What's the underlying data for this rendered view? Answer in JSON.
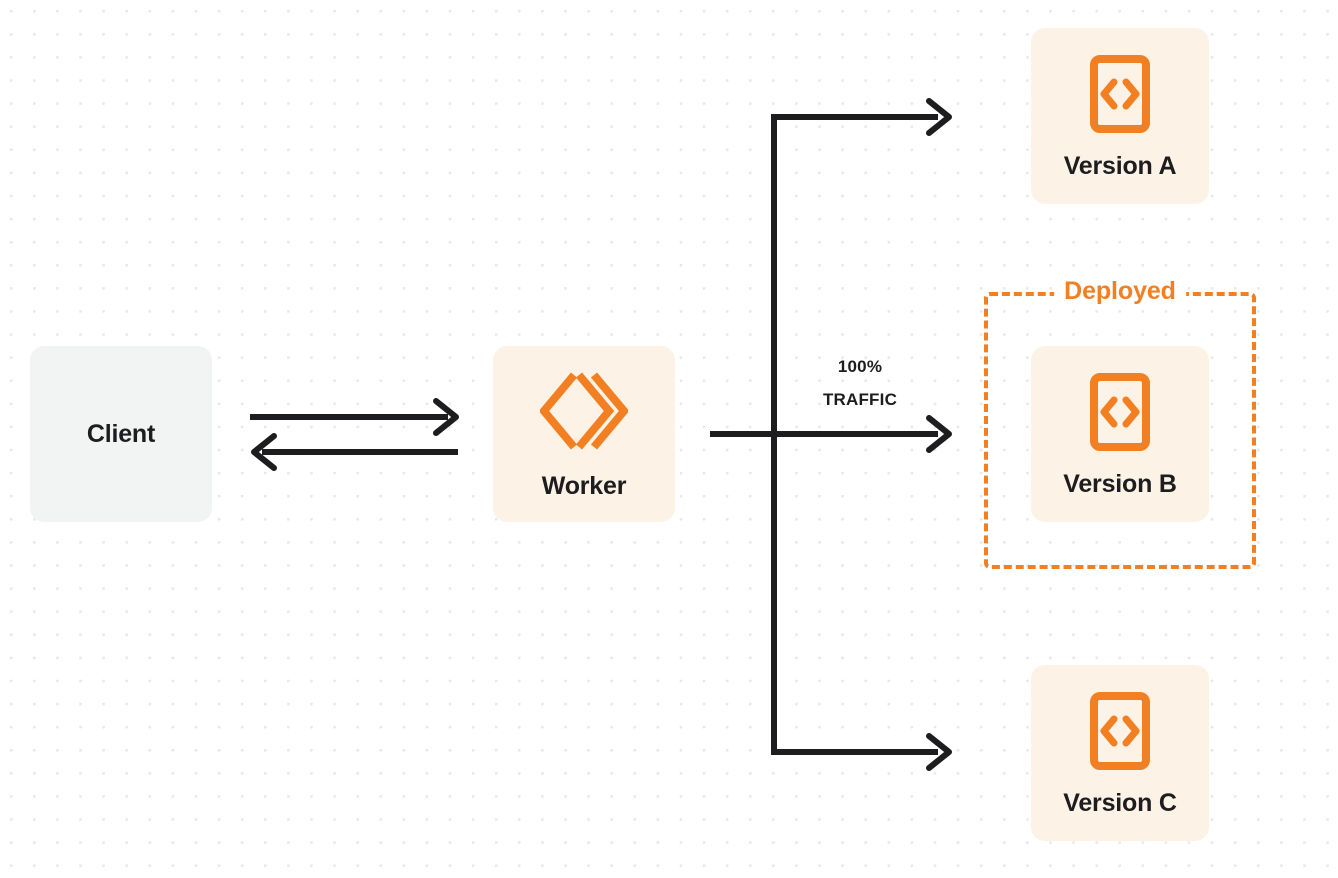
{
  "diagram": {
    "title": "Worker version traffic routing",
    "background": "#ffffff",
    "dot_grid_color": "#e8e8e8",
    "colors": {
      "accent_orange": "#f28022",
      "node_cream": "#fdf2e6",
      "client_gray": "#f2f3f3",
      "line_dark": "#1d1d1f"
    }
  },
  "nodes": {
    "client": {
      "label": "Client",
      "icon": ""
    },
    "worker": {
      "label": "Worker",
      "icon": "cloudflare-workers-logo-icon"
    },
    "version_a": {
      "label": "Version A",
      "icon": "code-file-icon"
    },
    "version_b": {
      "label": "Version B",
      "icon": "code-file-icon"
    },
    "version_c": {
      "label": "Version C",
      "icon": "code-file-icon"
    }
  },
  "group": {
    "deployed_label": "Deployed"
  },
  "edges": {
    "traffic_percent": "100%",
    "traffic_word": "TRAFFIC",
    "client_to_worker": "request-arrow-right",
    "worker_to_client": "response-arrow-left",
    "worker_to_version_a": "branch-arrow-version-a",
    "worker_to_version_b": "branch-arrow-version-b",
    "worker_to_version_c": "branch-arrow-version-c"
  }
}
